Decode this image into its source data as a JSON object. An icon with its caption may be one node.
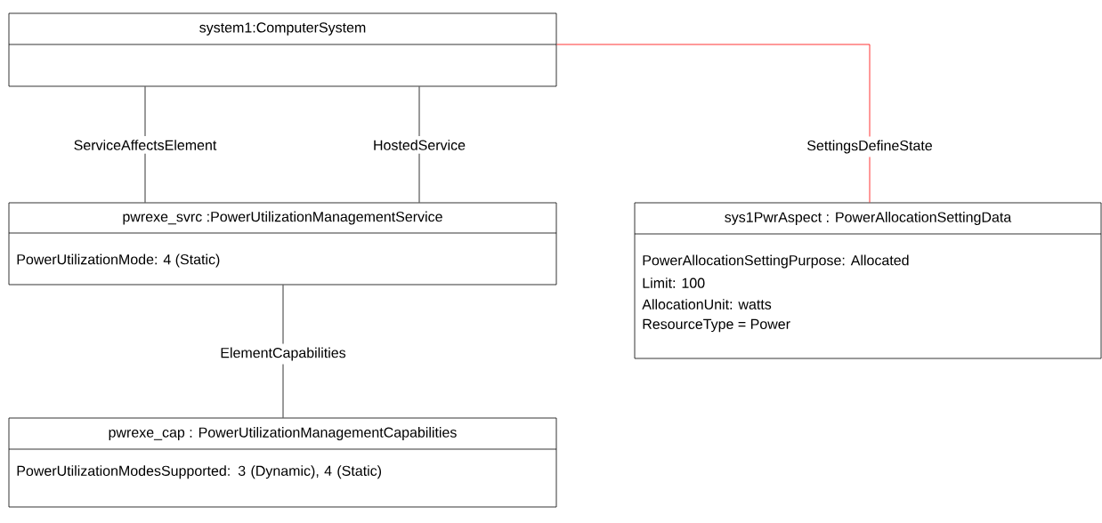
{
  "diagram": {
    "nodes": [
      {
        "text": [
          "system1:ComputerSystem"
        ]
      },
      {
        "text": [
          "pwrexe_svrc :PowerUtilizationManagementService",
          "PowerUtilizationMode: 4 (Static)"
        ]
      },
      {
        "text": [
          "pwrexe_cap : PowerUtilizationManagementCapabilities",
          "PowerUtilizationModesSupported: 3 (Dynamic), 4 (Static)"
        ]
      },
      {
        "text": [
          "sys1PwrAspect : PowerAllocationSettingData",
          "PowerAllocationSettingPurpose: Allocated",
          "Limit: 100",
          "AllocationUnit: watts",
          "ResourceType = Power"
        ]
      }
    ],
    "edges": [
      {
        "from": 0,
        "to": 1,
        "arrow": "none",
        "label": "ServiceAffectsElement"
      },
      {
        "from": 0,
        "to": 1,
        "arrow": "none",
        "label": "HostedService"
      },
      {
        "from": 1,
        "to": 2,
        "arrow": "none",
        "label": "ElementCapabilities"
      },
      {
        "from": 0,
        "to": 3,
        "arrow": "none",
        "label": "SettingsDefineState",
        "color": "#ff0000"
      }
    ]
  }
}
